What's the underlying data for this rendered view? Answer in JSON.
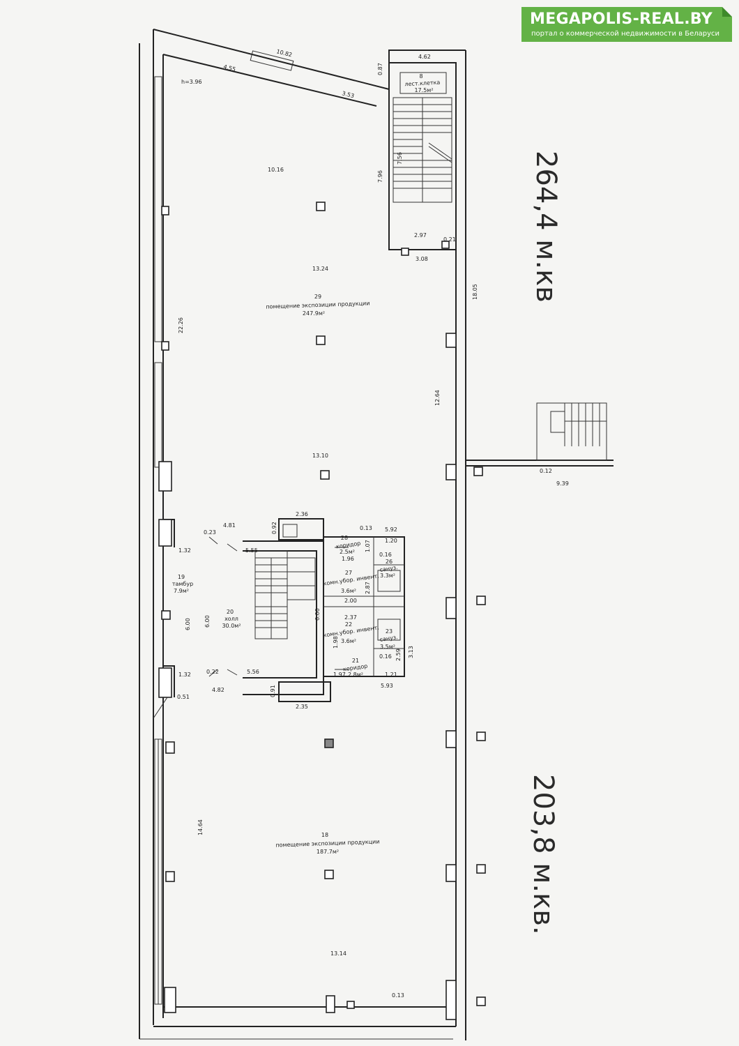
{
  "logo": {
    "brand": "MEGAPOLIS-REAL.BY",
    "tagline": "портал о коммерческой недвижимости в Беларуси",
    "color": "#63b246"
  },
  "area_labels": {
    "upper": "264,4 м.кв",
    "lower": "203,8 м.кв."
  },
  "rooms": {
    "r8": {
      "num": "8",
      "name": "лест.клетка",
      "area": "17.5м²"
    },
    "r29": {
      "num": "29",
      "name": "помещение экспозиции продукции",
      "area": "247.9м²"
    },
    "r19": {
      "num": "19",
      "name": "тамбур",
      "area": "7.9м²"
    },
    "r20": {
      "num": "20",
      "name": "холл",
      "area": "30.0м²"
    },
    "r28": {
      "num": "28",
      "name": "коридор",
      "area": "2.5м²"
    },
    "r27": {
      "num": "27",
      "name": "комн.убор. инвент.",
      "area": "3.6м²"
    },
    "r26": {
      "num": "26",
      "name": "сануз.",
      "area": "3.3м²"
    },
    "r22": {
      "num": "22",
      "name": "комн.убор. инвент.",
      "area": "3.6м²"
    },
    "r23": {
      "num": "23",
      "name": "сануз.",
      "area": "3.5м²"
    },
    "r21": {
      "num": "21",
      "name": "коридор",
      "area": "2.8м²"
    },
    "r18": {
      "num": "18",
      "name": "помещение экспозиции продукции",
      "area": "187.7м²"
    }
  },
  "dimensions": {
    "h": "h=3.96",
    "d1082": "10.82",
    "d455": "4.55",
    "d353": "3.53",
    "d087": "0.87",
    "d462": "4.62",
    "d1016": "10.16",
    "d796": "7.96",
    "d756": "7.56",
    "d297": "2.97",
    "d021": "0.21",
    "d308": "3.08",
    "d1324": "13.24",
    "d1805": "18.05",
    "d2226": "22.26",
    "d1264": "12.64",
    "d1310": "13.10",
    "d012": "0.12",
    "d939": "9.39",
    "d236": "2.36",
    "d092": "0.92",
    "d013a": "0.13",
    "d592": "5.92",
    "d023": "0.23",
    "d481": "4.81",
    "d555": "5.55",
    "d132a": "1.32",
    "d120": "1.20",
    "d107": "1.07",
    "d196": "1.96",
    "d016a": "0.16",
    "d287": "2.87",
    "d200": "2.00",
    "d600a": "6.00",
    "d600b": "6.00",
    "d600c": "6.00",
    "d237": "2.37",
    "d198": "1.98",
    "d016b": "0.16",
    "d259": "2.59",
    "d313": "3.13",
    "d132b": "1.32",
    "d022": "0.22",
    "d556": "5.56",
    "d197": "1.97",
    "d121": "1.21",
    "d051": "0.51",
    "d482": "4.82",
    "d091": "0.91",
    "d235": "2.35",
    "d593": "5.93",
    "d1464": "14.64",
    "d1314": "13.14",
    "d013b": "0.13"
  }
}
